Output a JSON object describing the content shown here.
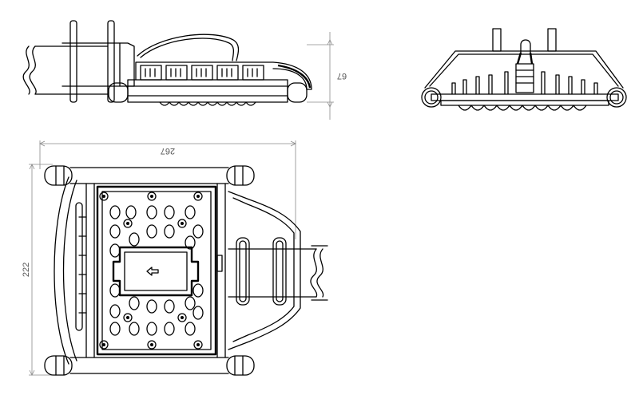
{
  "dimensions": {
    "height_side": "67",
    "width_top": "267",
    "length_left": "222"
  },
  "colors": {
    "line": "#000000",
    "dimension": "#8a8a8a",
    "background": "#ffffff"
  }
}
